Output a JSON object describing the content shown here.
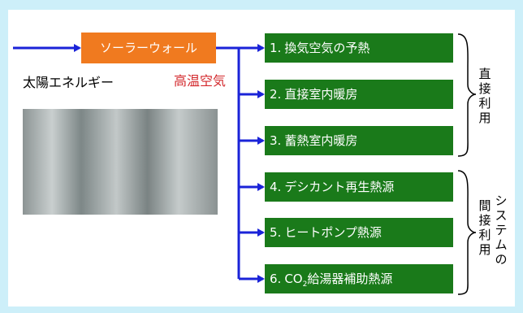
{
  "source": {
    "solar_wall_label": "ソーラーウォール",
    "sun_energy_label": "太陽エネルギー",
    "hot_air_label": "高温空気"
  },
  "colors": {
    "arrow": "#1a23d8",
    "box_green": "#1a7a1a",
    "box_orange": "#f07a1f",
    "hot_air_red": "#d3282c"
  },
  "direct_use": {
    "label": "直接利用",
    "items": [
      {
        "num": "1.",
        "text": "換気空気の予熱"
      },
      {
        "num": "2.",
        "text": "直接室内暖房"
      },
      {
        "num": "3.",
        "text": "蓄熱室内暖房"
      }
    ]
  },
  "indirect_use": {
    "label": "間接利用",
    "label_side": "システムの",
    "items": [
      {
        "num": "4.",
        "text": "デシカント再生熱源"
      },
      {
        "num": "5.",
        "text": "ヒートポンプ熱源"
      },
      {
        "num": "6.",
        "text_pre": "CO",
        "text_sub": "2",
        "text_post": "給湯器補助熱源"
      }
    ]
  }
}
